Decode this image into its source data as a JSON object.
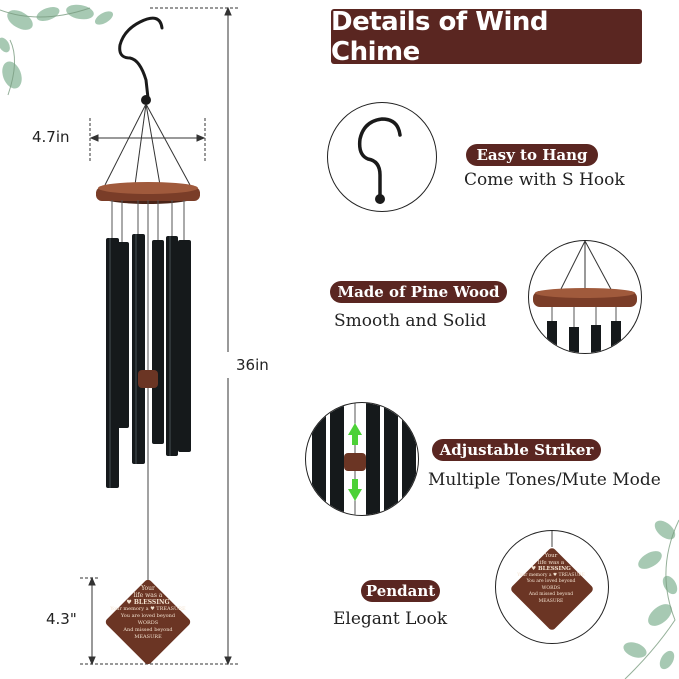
{
  "title": "Details of Wind Chime",
  "dimensions": {
    "width": "4.7in",
    "length": "36in",
    "pendant": "4.3\""
  },
  "features": [
    {
      "label": "Easy to Hang",
      "desc": "Come with S Hook",
      "icon": "s-hook-icon"
    },
    {
      "label": "Made of Pine Wood",
      "desc": "Smooth and Solid",
      "icon": "pine-wood-ring-icon"
    },
    {
      "label": "Adjustable Striker",
      "desc": "Multiple Tones/Mute Mode",
      "icon": "striker-icon"
    },
    {
      "label": "Pendant",
      "desc": "Elegant Look",
      "icon": "pendant-icon"
    }
  ],
  "pendant_text": {
    "l1": "Your",
    "l2": "life was a",
    "l3": "♥ BLESSING",
    "l4": "Your memory a ♥ TREASURE",
    "l5": "You are loved beyond",
    "l6": "WORDS",
    "l7": "And missed beyond",
    "l8": "MEASURE"
  },
  "colors": {
    "brand": "#5a2621",
    "tube": "#15191b",
    "wood": "#6b3524",
    "leaf": "#6fa37e"
  }
}
